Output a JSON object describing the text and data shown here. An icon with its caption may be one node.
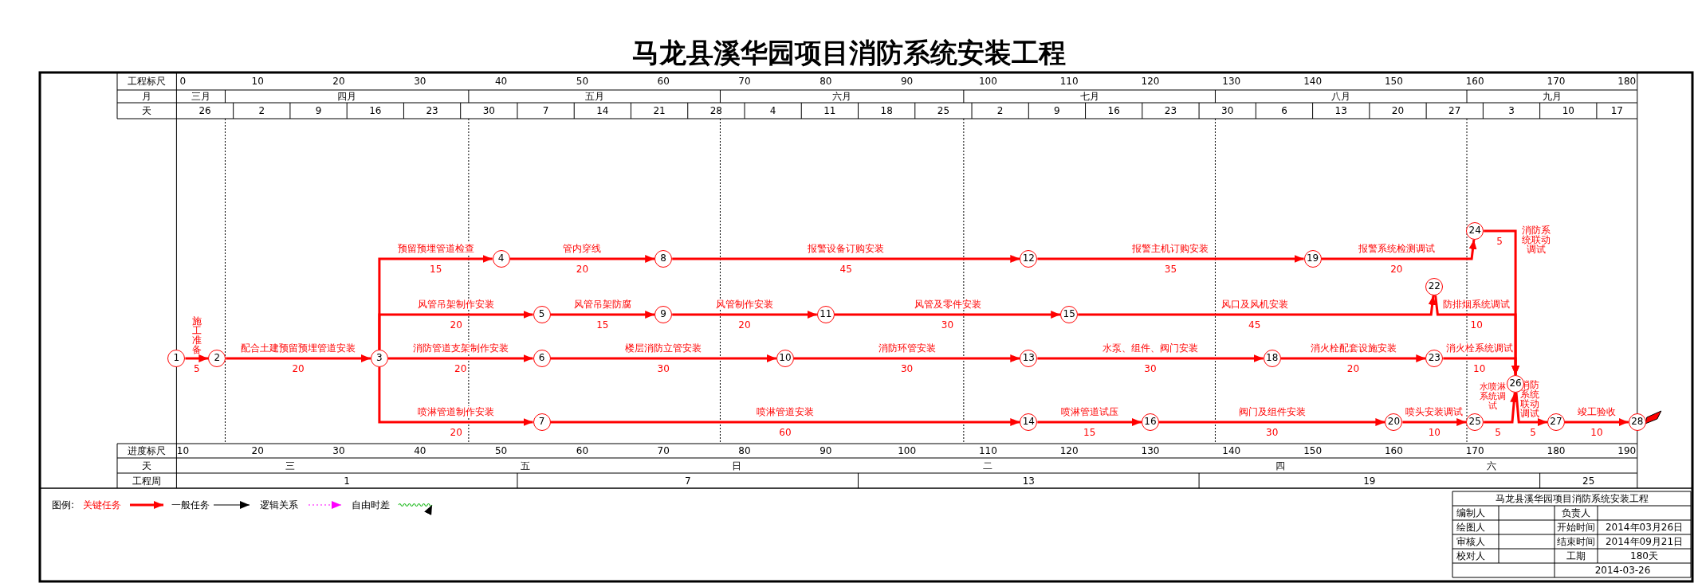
{
  "diagram": {
    "title": "马龙县溪华园项目消防系统安装工程",
    "nodes": [
      {
        "text": [
          "1"
        ]
      },
      {
        "text": [
          "2"
        ]
      },
      {
        "text": [
          "3"
        ]
      },
      {
        "text": [
          "4"
        ]
      },
      {
        "text": [
          "5"
        ]
      },
      {
        "text": [
          "6"
        ]
      },
      {
        "text": [
          "7"
        ]
      },
      {
        "text": [
          "8"
        ]
      },
      {
        "text": [
          "9"
        ]
      },
      {
        "text": [
          "10"
        ]
      },
      {
        "text": [
          "11"
        ]
      },
      {
        "text": [
          "12"
        ]
      },
      {
        "text": [
          "13"
        ]
      },
      {
        "text": [
          "14"
        ]
      },
      {
        "text": [
          "15"
        ]
      },
      {
        "text": [
          "16"
        ]
      },
      {
        "text": [
          "18"
        ]
      },
      {
        "text": [
          "19"
        ]
      },
      {
        "text": [
          "20"
        ]
      },
      {
        "text": [
          "22"
        ]
      },
      {
        "text": [
          "23"
        ]
      },
      {
        "text": [
          "24"
        ]
      },
      {
        "text": [
          "25"
        ]
      },
      {
        "text": [
          "26"
        ]
      },
      {
        "text": [
          "27"
        ]
      },
      {
        "text": [
          "28"
        ]
      }
    ],
    "edges": [
      {
        "from": 0,
        "to": 1,
        "arrow": "to",
        "label": "施工准备"
      },
      {
        "from": 1,
        "to": 2,
        "arrow": "to",
        "label": "配合土建预留预埋管道安装"
      },
      {
        "from": 2,
        "to": 3,
        "arrow": "to",
        "label": "预留预埋管道检查"
      },
      {
        "from": 2,
        "to": 4,
        "arrow": "to",
        "label": "风管吊架制作安装"
      },
      {
        "from": 2,
        "to": 5,
        "arrow": "to",
        "label": "消防管道支架制作安装"
      },
      {
        "from": 2,
        "to": 6,
        "arrow": "to",
        "label": "喷淋管道制作安装"
      },
      {
        "from": 3,
        "to": 7,
        "arrow": "to",
        "label": "管内穿线"
      },
      {
        "from": 7,
        "to": 11,
        "arrow": "to",
        "label": "报警设备订购安装"
      },
      {
        "from": 11,
        "to": 17,
        "arrow": "to",
        "label": "报警主机订购安装"
      },
      {
        "from": 17,
        "to": 21,
        "arrow": "to",
        "label": "报警系统检测调试"
      },
      {
        "from": 21,
        "to": 23,
        "arrow": "to",
        "label": "消防系统联动调试"
      },
      {
        "from": 4,
        "to": 8,
        "arrow": "to",
        "label": "风管吊架防腐"
      },
      {
        "from": 8,
        "to": 10,
        "arrow": "to",
        "label": "风管制作安装"
      },
      {
        "from": 10,
        "to": 14,
        "arrow": "to",
        "label": "风管及零件安装"
      },
      {
        "from": 14,
        "to": 19,
        "arrow": "to",
        "label": "风口及风机安装"
      },
      {
        "from": 19,
        "to": 23,
        "arrow": "to",
        "label": "防排烟系统调试"
      },
      {
        "from": 5,
        "to": 9,
        "arrow": "to",
        "label": "楼层消防立管安装"
      },
      {
        "from": 9,
        "to": 12,
        "arrow": "to",
        "label": "消防环管安装"
      },
      {
        "from": 12,
        "to": 16,
        "arrow": "to",
        "label": "水泵、组件、阀门安装"
      },
      {
        "from": 16,
        "to": 20,
        "arrow": "to",
        "label": "消火栓配套设施安装"
      },
      {
        "from": 20,
        "to": 23,
        "arrow": "to",
        "label": "消火栓系统调试"
      },
      {
        "from": 6,
        "to": 13,
        "arrow": "to",
        "label": "喷淋管道安装"
      },
      {
        "from": 13,
        "to": 15,
        "arrow": "to",
        "label": "喷淋管道试压"
      },
      {
        "from": 15,
        "to": 18,
        "arrow": "to",
        "label": "阀门及组件安装"
      },
      {
        "from": 18,
        "to": 22,
        "arrow": "to",
        "label": "喷头安装调试"
      },
      {
        "from": 22,
        "to": 23,
        "arrow": "to",
        "label": "水喷淋系统调试"
      },
      {
        "from": 23,
        "to": 24,
        "arrow": "to",
        "label": "消防系统联动调试"
      },
      {
        "from": 24,
        "to": 25,
        "arrow": "to",
        "label": "竣工验收"
      }
    ],
    "labels": [
      "工程标尺",
      "0",
      "10",
      "20",
      "30",
      "40",
      "50",
      "60",
      "70",
      "80",
      "90",
      "100",
      "110",
      "120",
      "130",
      "140",
      "150",
      "160",
      "170",
      "180",
      "月",
      "三月",
      "四月",
      "五月",
      "六月",
      "七月",
      "八月",
      "九月",
      "天",
      "26",
      "2",
      "9",
      "16",
      "23",
      "30",
      "7",
      "14",
      "21",
      "28",
      "4",
      "11",
      "18",
      "25",
      "2",
      "9",
      "16",
      "23",
      "30",
      "6",
      "13",
      "20",
      "27",
      "3",
      "10",
      "17",
      "5",
      "20",
      "15",
      "20",
      "20",
      "20",
      "20",
      "45",
      "35",
      "20",
      "5",
      "15",
      "20",
      "30",
      "45",
      "10",
      "30",
      "30",
      "30",
      "20",
      "10",
      "60",
      "15",
      "30",
      "10",
      "5",
      "5",
      "10",
      "进度标尺",
      "10",
      "20",
      "30",
      "40",
      "50",
      "60",
      "70",
      "80",
      "90",
      "100",
      "110",
      "120",
      "130",
      "140",
      "150",
      "160",
      "170",
      "180",
      "190",
      "天",
      "三",
      "五",
      "日",
      "二",
      "四",
      "六",
      "工程周",
      "1",
      "7",
      "13",
      "19",
      "25",
      "图例:",
      "马龙县溪华园项目消防系统安装工程",
      "编制人",
      "负责人",
      "绘图人",
      "开始时间",
      "2014年03月26日",
      "审核人",
      "结束时间",
      "2014年09月21日",
      "校对人",
      "工期",
      "180天",
      "2014-03-26"
    ],
    "legend": [
      {
        "text": "关键任务"
      },
      {
        "text": "一般任务"
      },
      {
        "text": "逻辑关系"
      },
      {
        "text": "自由时差"
      }
    ]
  }
}
